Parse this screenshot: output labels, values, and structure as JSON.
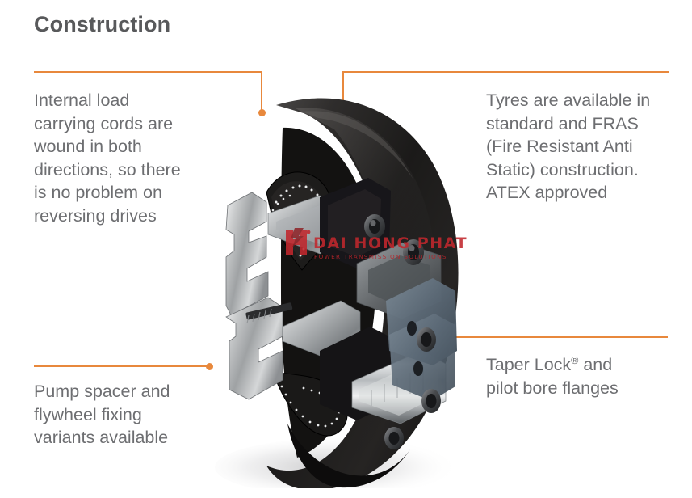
{
  "page": {
    "title": "Construction",
    "background_color": "#ffffff",
    "accent_color": "#e8883c",
    "title_color": "#58595b",
    "body_text_color": "#6d6e71"
  },
  "callouts": [
    {
      "id": "internal-load-cords",
      "position": "top-left",
      "text": "Internal load\ncarrying cords are\nwound in both\ndirections, so there\nis no problem on\nreversing drives"
    },
    {
      "id": "tyres-fras",
      "position": "top-right",
      "text": "Tyres are available in\nstandard and FRAS\n(Fire Resistant Anti\nStatic) construction.\nATEX approved"
    },
    {
      "id": "pump-spacer",
      "position": "bottom-left",
      "text": "Pump spacer and\nflywheel fixing\nvariants available"
    },
    {
      "id": "taper-lock-flanges",
      "position": "bottom-right",
      "text_before_symbol": "Taper Lock",
      "registered_symbol": "®",
      "text_after_symbol": " and\npilot bore flanges"
    }
  ],
  "product_image": {
    "name": "tyre-coupling-cutaway",
    "description": "Cutaway sectional view of a rubber tyre flexible coupling with flanges and bolts"
  },
  "watermark": {
    "logo_name": "dai-hong-phat-logo",
    "company": "DAI HONG PHAT",
    "tagline": "POWER TRANSMISSION SOLUTIONS",
    "color": "#c1272d"
  }
}
